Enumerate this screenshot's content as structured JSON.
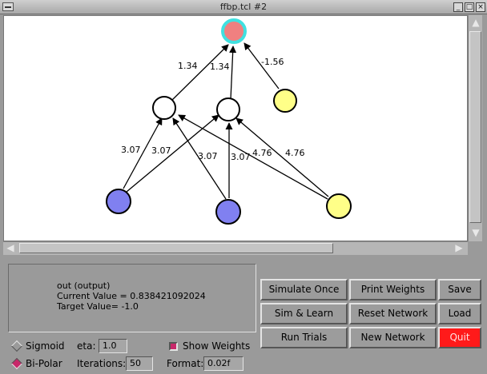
{
  "window": {
    "title": "ffbp.tcl #2",
    "controls": [
      "_",
      "□",
      "×"
    ]
  },
  "network": {
    "weight_labels": [
      {
        "text": "1.34"
      },
      {
        "text": "1.34"
      },
      {
        "text": "-1.56"
      },
      {
        "text": "3.07"
      },
      {
        "text": "3.07"
      },
      {
        "text": "3.07"
      },
      {
        "text": "3.07"
      },
      {
        "text": "4.76"
      },
      {
        "text": "4.76"
      }
    ],
    "node_colors": {
      "output_fill": "#f08080",
      "output_ring": "#40e0e0",
      "hidden": "#ffffff",
      "bias": "#ffff88",
      "input": "#8080f0"
    }
  },
  "info": {
    "node": "out (output)",
    "current": "Current Value = 0.838421092024",
    "target": "Target Value= -1.0"
  },
  "buttons": {
    "simulate_once": "Simulate Once",
    "print_weights": "Print Weights",
    "save": "Save",
    "sim_learn": "Sim & Learn",
    "reset_network": "Reset Network",
    "load": "Load",
    "run_trials": "Run Trials",
    "new_network": "New Network",
    "quit": "Quit"
  },
  "controls": {
    "sigmoid_label": "Sigmoid",
    "bipolar_label": "Bi-Polar",
    "eta_label": "eta:",
    "eta_value": "1.0",
    "iterations_label": "Iterations:",
    "iterations_value": "50",
    "show_weights_label": "Show Weights",
    "format_label": "Format:",
    "format_value": "0.02f"
  },
  "colors": {
    "quit": "#ff1a1a",
    "selected_indicator": "#c8286a"
  }
}
